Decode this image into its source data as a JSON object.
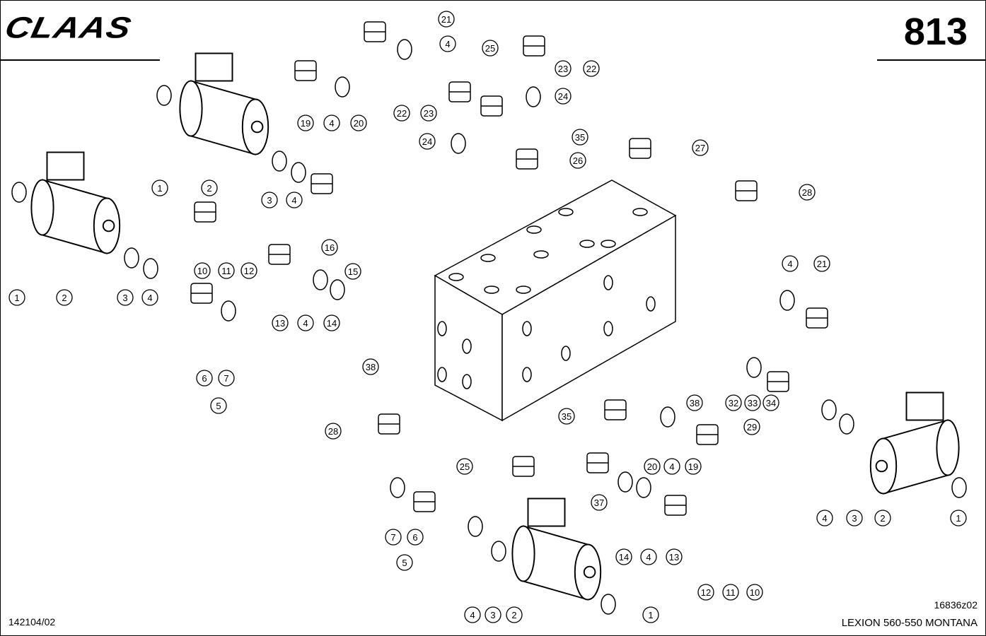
{
  "header": {
    "logo": "CLAAS",
    "page_number": "813"
  },
  "footer": {
    "document_number": "142104/02",
    "figure_id": "16836z02",
    "model": "LEXION 560-550 MONTANA"
  },
  "callouts": [
    "1",
    "2",
    "3",
    "4",
    "19",
    "4",
    "20",
    "21",
    "4",
    "25",
    "22",
    "23",
    "24",
    "23",
    "22",
    "24",
    "35",
    "27",
    "26",
    "28",
    "1",
    "2",
    "3",
    "4",
    "10",
    "11",
    "12",
    "16",
    "15",
    "13",
    "4",
    "14",
    "6",
    "7",
    "5",
    "4",
    "21",
    "38",
    "38",
    "32",
    "33",
    "34",
    "29",
    "35",
    "20",
    "4",
    "19",
    "28",
    "25",
    "37",
    "14",
    "4",
    "13",
    "12",
    "11",
    "10",
    "7",
    "6",
    "5",
    "4",
    "3",
    "2",
    "1",
    "4",
    "3",
    "2",
    "1"
  ]
}
